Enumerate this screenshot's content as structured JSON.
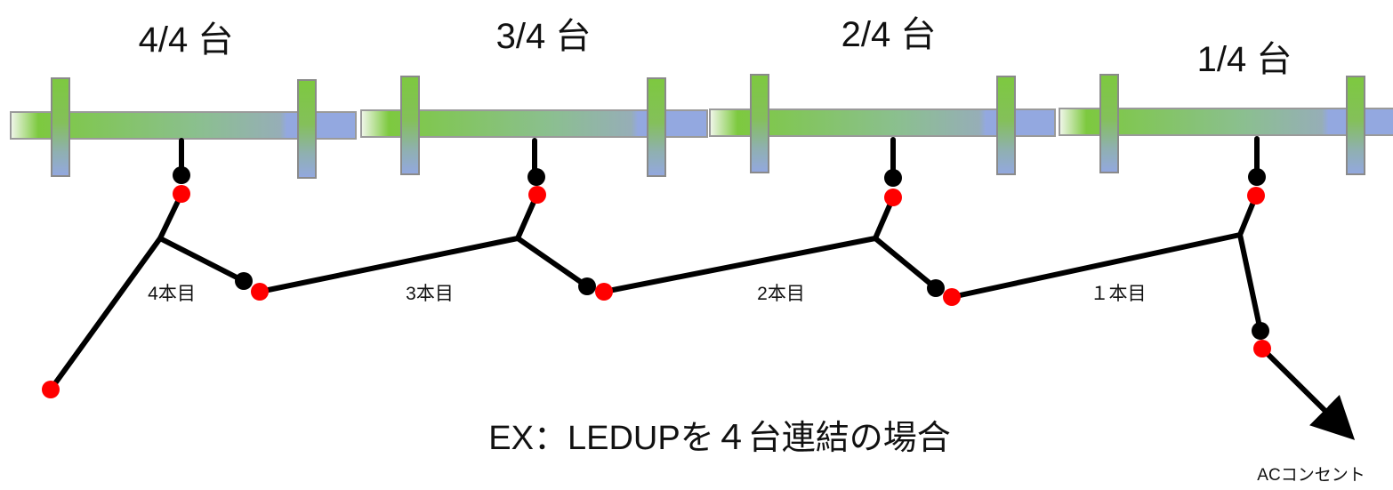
{
  "units": [
    {
      "label": "4/4 台"
    },
    {
      "label": "3/4 台"
    },
    {
      "label": "2/4 台"
    },
    {
      "label": "1/4 台"
    }
  ],
  "cables": [
    {
      "label": "4本目"
    },
    {
      "label": "3本目"
    },
    {
      "label": "2本目"
    },
    {
      "label": "１本目"
    }
  ],
  "caption": "EX：LEDUPを４台連結の場合",
  "outlet_label": "ACコンセント",
  "colors": {
    "bar_start": "#7dc93f",
    "bar_end": "#93a8e0",
    "wire": "#000000",
    "plug": "#000000",
    "socket": "#ff0000"
  }
}
